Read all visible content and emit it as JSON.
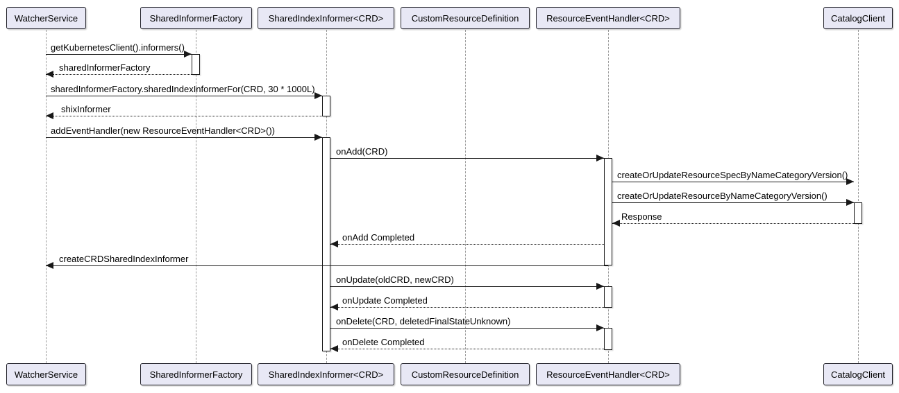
{
  "diagram": {
    "type": "uml-sequence-diagram",
    "participants": [
      {
        "name": "WatcherService"
      },
      {
        "name": "SharedInformerFactory"
      },
      {
        "name": "SharedIndexInformer<CRD>"
      },
      {
        "name": "CustomResourceDefinition"
      },
      {
        "name": "ResourceEventHandler<CRD>"
      },
      {
        "name": "CatalogClient"
      }
    ],
    "messages": [
      {
        "label": "getKubernetesClient().informers()",
        "from": "WatcherService",
        "to": "SharedInformerFactory",
        "style": "solid"
      },
      {
        "label": "sharedInformerFactory",
        "from": "SharedInformerFactory",
        "to": "WatcherService",
        "style": "dashed"
      },
      {
        "label": "sharedInformerFactory.sharedIndexInformerFor(CRD, 30 * 1000L)",
        "from": "WatcherService",
        "to": "SharedIndexInformer<CRD>",
        "style": "solid"
      },
      {
        "label": "shixInformer",
        "from": "SharedIndexInformer<CRD>",
        "to": "WatcherService",
        "style": "dashed"
      },
      {
        "label": "addEventHandler(new ResourceEventHandler<CRD>())",
        "from": "WatcherService",
        "to": "SharedIndexInformer<CRD>",
        "style": "solid"
      },
      {
        "label": "onAdd(CRD)",
        "from": "SharedIndexInformer<CRD>",
        "to": "ResourceEventHandler<CRD>",
        "style": "solid"
      },
      {
        "label": "createOrUpdateResourceSpecByNameCategoryVersion()",
        "from": "ResourceEventHandler<CRD>",
        "to": "CatalogClient",
        "style": "solid"
      },
      {
        "label": "createOrUpdateResourceByNameCategoryVersion()",
        "from": "ResourceEventHandler<CRD>",
        "to": "CatalogClient",
        "style": "solid"
      },
      {
        "label": "Response",
        "from": "CatalogClient",
        "to": "ResourceEventHandler<CRD>",
        "style": "dashed"
      },
      {
        "label": "onAdd Completed",
        "from": "ResourceEventHandler<CRD>",
        "to": "SharedIndexInformer<CRD>",
        "style": "dashed"
      },
      {
        "label": "createCRDSharedIndexInformer",
        "from": "ResourceEventHandler<CRD>",
        "to": "WatcherService",
        "style": "solid"
      },
      {
        "label": "onUpdate(oldCRD, newCRD)",
        "from": "SharedIndexInformer<CRD>",
        "to": "ResourceEventHandler<CRD>",
        "style": "solid"
      },
      {
        "label": "onUpdate Completed",
        "from": "ResourceEventHandler<CRD>",
        "to": "SharedIndexInformer<CRD>",
        "style": "dashed"
      },
      {
        "label": "onDelete(CRD, deletedFinalStateUnknown)",
        "from": "SharedIndexInformer<CRD>",
        "to": "ResourceEventHandler<CRD>",
        "style": "solid"
      },
      {
        "label": "onDelete Completed",
        "from": "ResourceEventHandler<CRD>",
        "to": "SharedIndexInformer<CRD>",
        "style": "dashed"
      }
    ],
    "colors": {
      "participant_fill": "#E8E8F5",
      "participant_border": "#23232B",
      "arrow": "#181818",
      "lifeline": "#9A9A9A",
      "activation_fill": "#FFFFFF",
      "background": "#FFFFFF"
    }
  }
}
